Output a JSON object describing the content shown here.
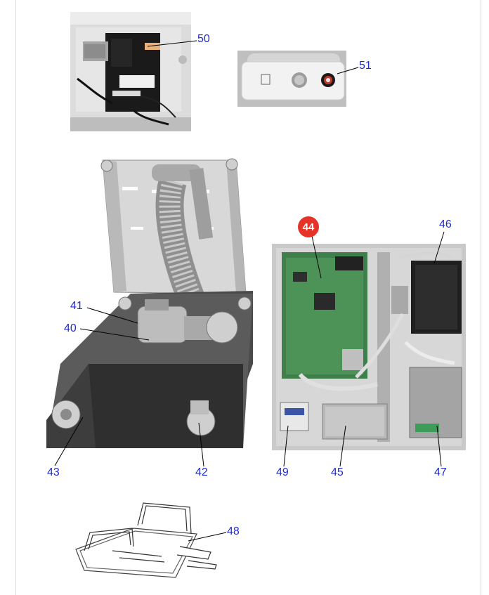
{
  "callouts": {
    "c50": "50",
    "c51": "51",
    "c44": "44",
    "c46": "46",
    "c41": "41",
    "c40": "40",
    "c43": "43",
    "c42": "42",
    "c49": "49",
    "c45": "45",
    "c47": "47",
    "c48": "48"
  },
  "colors": {
    "callout_text": "#1f2bd6",
    "highlight": "#e63327"
  }
}
